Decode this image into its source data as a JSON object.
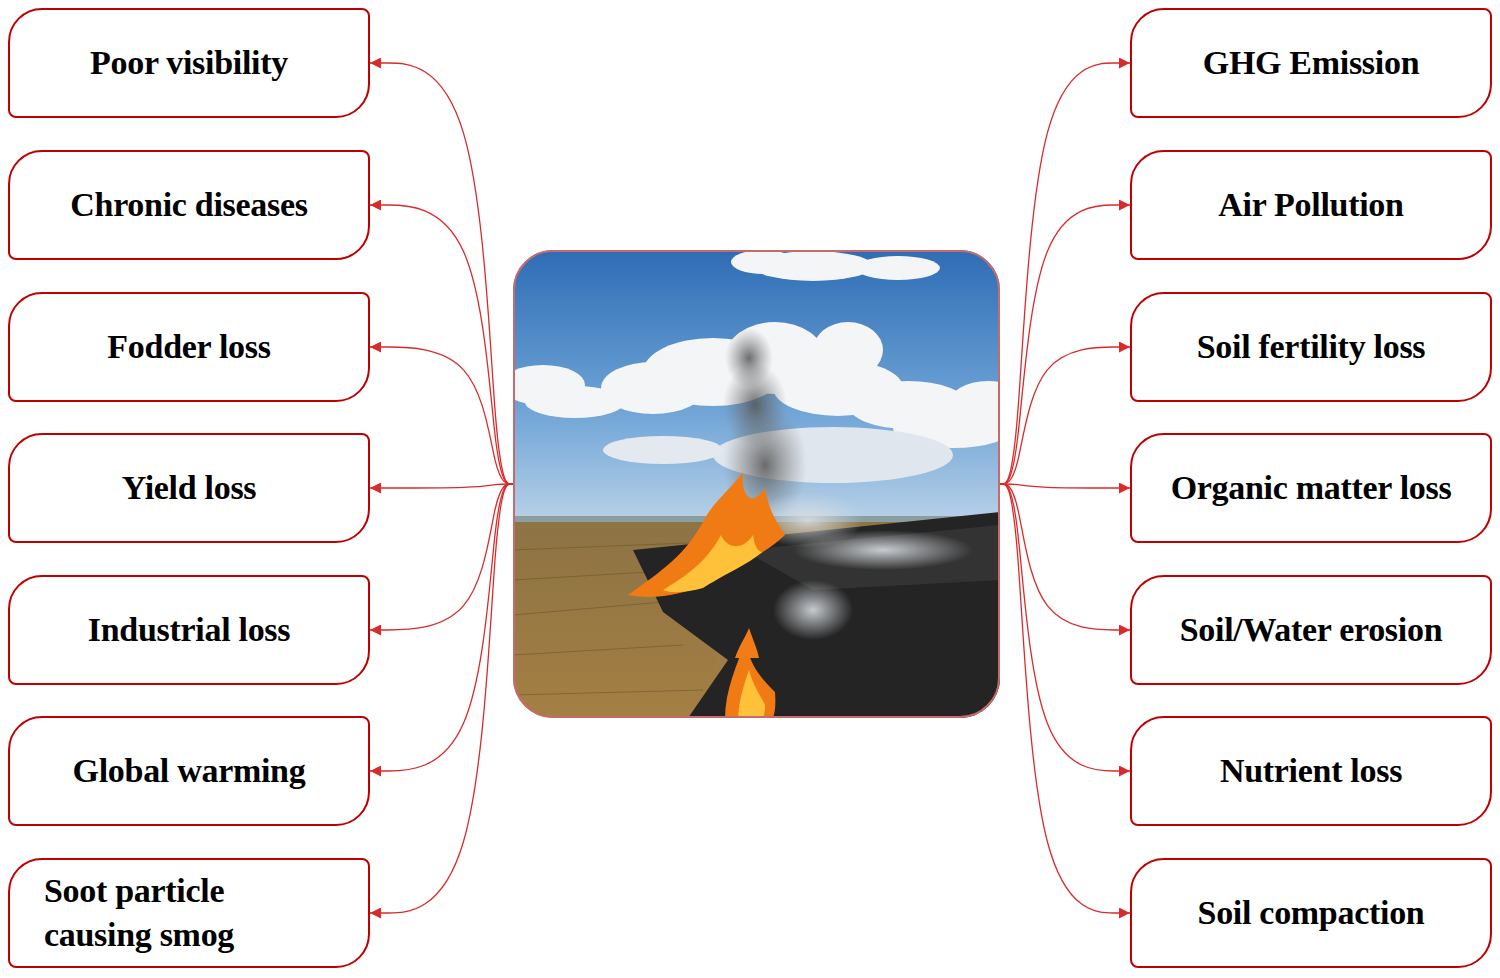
{
  "diagram": {
    "nodes": [
      {
        "text": []
      },
      {
        "text": [
          "Poor visibility"
        ]
      },
      {
        "text": [
          "Chronic diseases"
        ]
      },
      {
        "text": [
          "Fodder loss"
        ]
      },
      {
        "text": [
          "Yield loss"
        ]
      },
      {
        "text": [
          "Industrial loss"
        ]
      },
      {
        "text": [
          "Global warming"
        ]
      },
      {
        "text": [
          "Soot particle causing smog"
        ]
      },
      {
        "text": [
          "GHG Emission"
        ]
      },
      {
        "text": [
          "Air Pollution"
        ]
      },
      {
        "text": [
          "Soil fertility loss"
        ]
      },
      {
        "text": [
          "Organic matter loss"
        ]
      },
      {
        "text": [
          "Soil/Water erosion"
        ]
      },
      {
        "text": [
          "Nutrient loss"
        ]
      },
      {
        "text": [
          "Soil compaction"
        ]
      }
    ],
    "edges": [
      {
        "from": 0,
        "to": 1,
        "arrow": "to"
      },
      {
        "from": 0,
        "to": 2,
        "arrow": "to"
      },
      {
        "from": 0,
        "to": 3,
        "arrow": "to"
      },
      {
        "from": 0,
        "to": 4,
        "arrow": "to"
      },
      {
        "from": 0,
        "to": 5,
        "arrow": "to"
      },
      {
        "from": 0,
        "to": 6,
        "arrow": "to"
      },
      {
        "from": 0,
        "to": 7,
        "arrow": "to"
      },
      {
        "from": 0,
        "to": 8,
        "arrow": "to"
      },
      {
        "from": 0,
        "to": 9,
        "arrow": "to"
      },
      {
        "from": 0,
        "to": 10,
        "arrow": "to"
      },
      {
        "from": 0,
        "to": 11,
        "arrow": "to"
      },
      {
        "from": 0,
        "to": 12,
        "arrow": "to"
      },
      {
        "from": 0,
        "to": 13,
        "arrow": "to"
      },
      {
        "from": 0,
        "to": 14,
        "arrow": "to"
      }
    ]
  }
}
